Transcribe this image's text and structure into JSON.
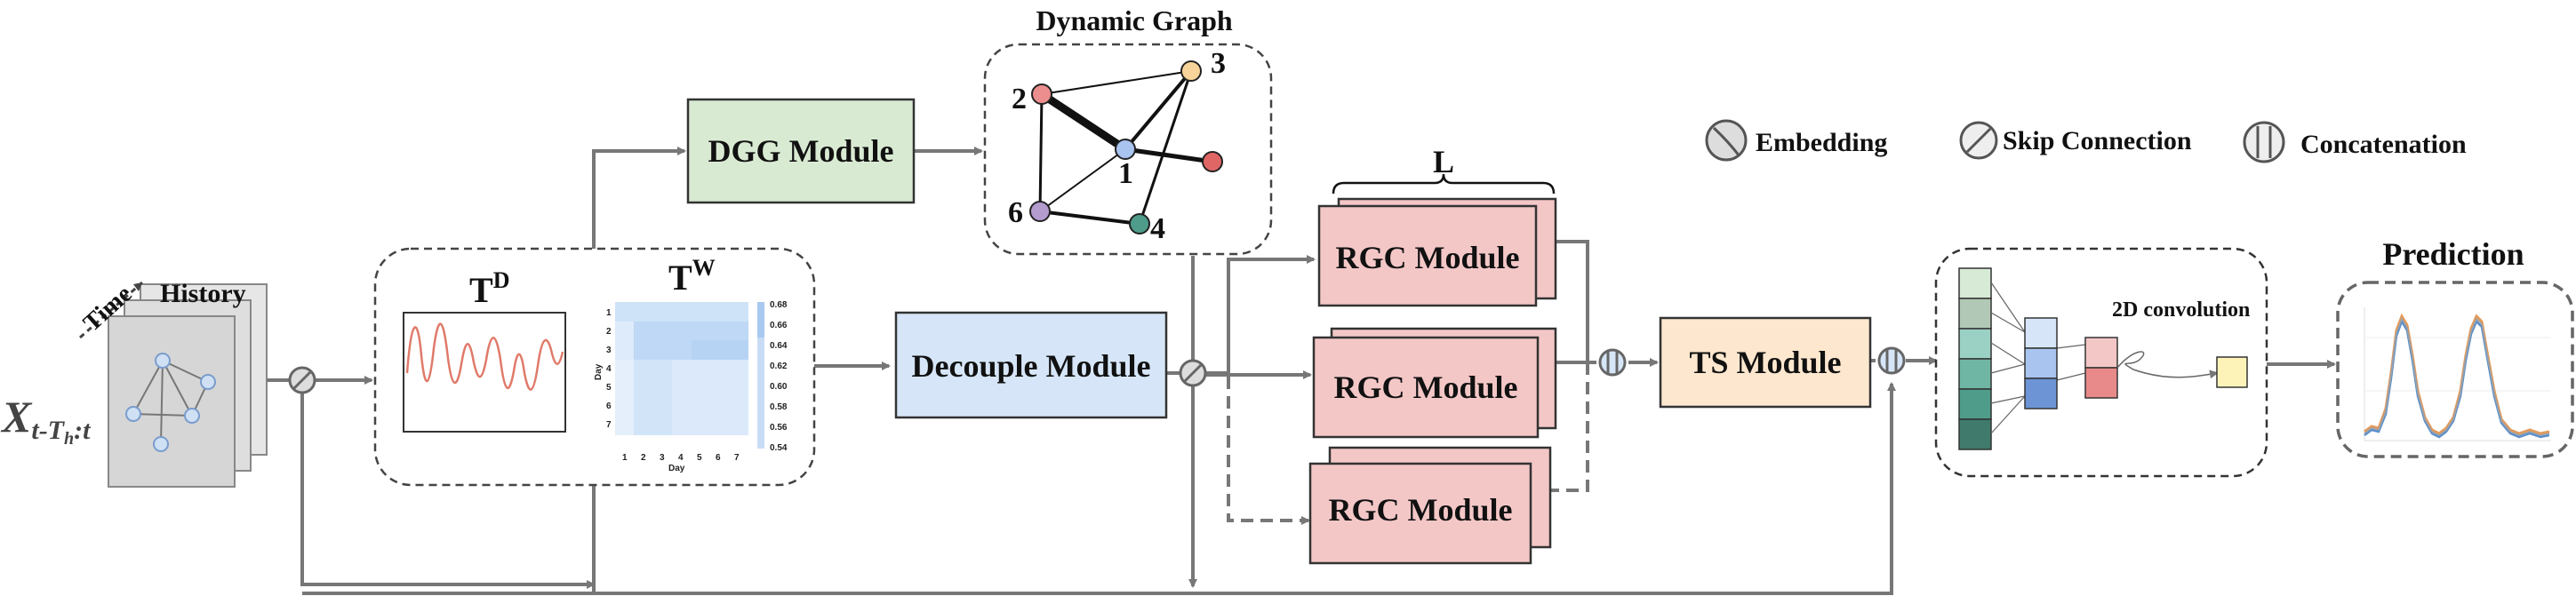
{
  "labels": {
    "dynamic_graph": "Dynamic Graph",
    "dgg_module": "DGG Module",
    "decouple_module": "Decouple Module",
    "rgc_module_1": "RGC Module",
    "rgc_module_2": "RGC Module",
    "rgc_module_3": "RGC Module",
    "ts_module": "TS Module",
    "layers": "L",
    "history": "History",
    "time": "Time",
    "input_var": "X",
    "input_sub": "t-T",
    "input_sub2": "h",
    "input_sub3": ":t",
    "td": "T",
    "td_sup": "D",
    "tw": "T",
    "tw_sup": "W",
    "conv2d": "2D convolution",
    "prediction": "Prediction"
  },
  "legend": {
    "embedding": "Embedding",
    "skip": "Skip Connection",
    "concat": "Concatenation"
  },
  "graph_nodes": {
    "n1": "1",
    "n2": "2",
    "n3": "3",
    "n4": "4",
    "n6": "6"
  },
  "heatmap": {
    "xlabel": "Day",
    "ylabel": "Day",
    "x_ticks": [
      "1",
      "2",
      "3",
      "4",
      "5",
      "6",
      "7"
    ],
    "y_ticks": [
      "1",
      "2",
      "3",
      "4",
      "5",
      "6",
      "7"
    ],
    "colorbar_ticks": [
      "0.68",
      "0.66",
      "0.64",
      "0.62",
      "0.60",
      "0.58",
      "0.56",
      "0.54"
    ]
  },
  "colors": {
    "dgg": "#d9ead3",
    "decouple": "#d6e6f8",
    "rgc": "#f4c7c7",
    "ts": "#fde7cf",
    "node1": "#a9c4ef",
    "node2": "#ec8e8e",
    "node3": "#f8d49a",
    "node4": "#4f9c8a",
    "node6": "#b49ccf",
    "node_extra": "#e06666"
  }
}
